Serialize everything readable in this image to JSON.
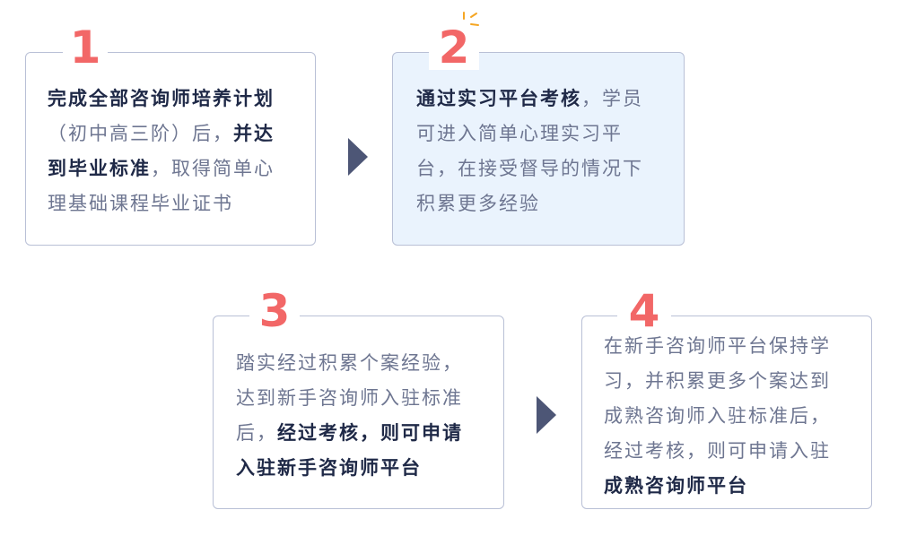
{
  "steps": [
    {
      "number": "1",
      "lines": [
        [
          {
            "t": "完成全部咨询师培养计划",
            "b": true
          }
        ],
        [
          {
            "t": "（初中高三阶）后，",
            "b": false
          },
          {
            "t": "并达",
            "b": true
          }
        ],
        [
          {
            "t": "到毕业标准",
            "b": true
          },
          {
            "t": "，取得简单心",
            "b": false
          }
        ],
        [
          {
            "t": "理基础课程毕业证书",
            "b": false
          }
        ]
      ]
    },
    {
      "number": "2",
      "lines": [
        [
          {
            "t": "通过实习平台考核",
            "b": true
          },
          {
            "t": "，学员",
            "b": false
          }
        ],
        [
          {
            "t": "可进入简单心理实习平",
            "b": false
          }
        ],
        [
          {
            "t": "台，在接受督导的情况下",
            "b": false
          }
        ],
        [
          {
            "t": "积累更多经验",
            "b": false
          }
        ]
      ]
    },
    {
      "number": "3",
      "lines": [
        [
          {
            "t": "踏实经过积累个案经验，",
            "b": false
          }
        ],
        [
          {
            "t": "达到新手咨询师入驻标准",
            "b": false
          }
        ],
        [
          {
            "t": "后，",
            "b": false
          },
          {
            "t": "经过考核，则可申请",
            "b": true
          }
        ],
        [
          {
            "t": "入驻新手咨询师平台",
            "b": true
          }
        ]
      ]
    },
    {
      "number": "4",
      "lines": [
        [
          {
            "t": "在新手咨询师平台保持学",
            "b": false
          }
        ],
        [
          {
            "t": "习，并积累更多个案达到",
            "b": false
          }
        ],
        [
          {
            "t": "成熟咨询师入驻标准后，",
            "b": false
          }
        ],
        [
          {
            "t": "经过考核，则可申请入驻",
            "b": false
          }
        ],
        [
          {
            "t": "成熟咨询师平台",
            "b": true
          }
        ]
      ]
    }
  ],
  "colors": {
    "number": "#f26767",
    "spark": "#f5a623",
    "border": "#b9c0d6",
    "highlight_bg": "#eaf3fd",
    "text": "#6e7691",
    "bold_text": "#1f2947",
    "arrow": "#4d5676"
  },
  "icons": [
    "arrow-right-icon",
    "sparkle-icon"
  ]
}
